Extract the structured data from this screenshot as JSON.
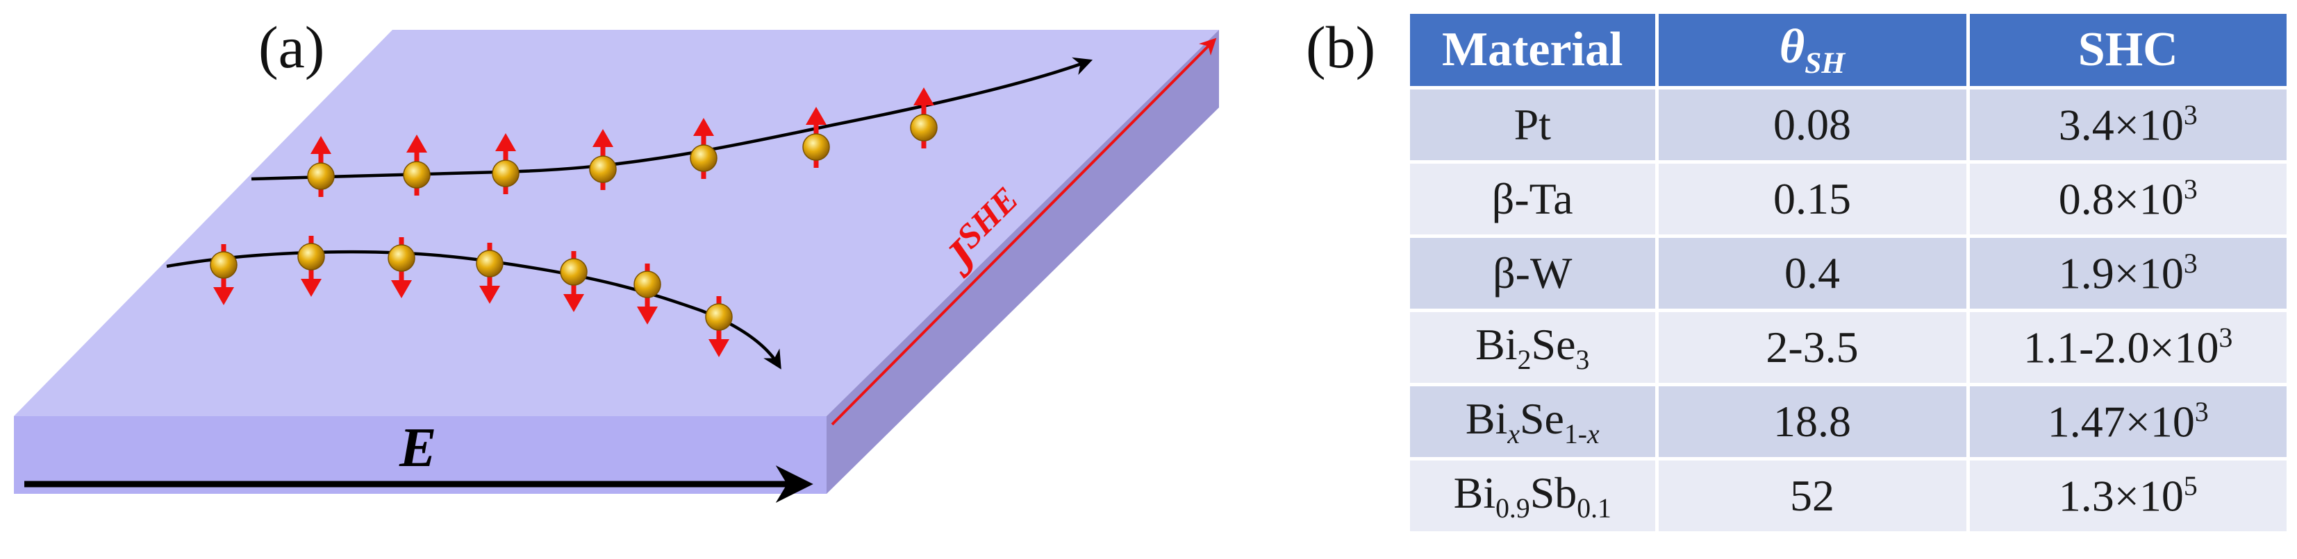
{
  "panel_a": {
    "label": "(a)",
    "efield_label": "E",
    "current_label_main": "J",
    "current_label_sub": "SHE"
  },
  "panel_b": {
    "label": "(b)",
    "headers": {
      "material": "Material",
      "theta_symbol": "θ",
      "theta_subscript": "SH",
      "shc": "SHC"
    },
    "rows": [
      {
        "material": [
          {
            "t": "Pt"
          }
        ],
        "theta": "0.08",
        "shc_base": "3.4×10",
        "shc_exp": "3"
      },
      {
        "material": [
          {
            "t": "β-Ta"
          }
        ],
        "theta": "0.15",
        "shc_base": "0.8×10",
        "shc_exp": "3"
      },
      {
        "material": [
          {
            "t": "β-W"
          }
        ],
        "theta": "0.4",
        "shc_base": "1.9×10",
        "shc_exp": "3"
      },
      {
        "material": [
          {
            "t": "Bi"
          },
          {
            "t": "2",
            "sub": true
          },
          {
            "t": "Se"
          },
          {
            "t": "3",
            "sub": true
          }
        ],
        "theta": "2-3.5",
        "shc_base": "1.1-2.0×10",
        "shc_exp": "3"
      },
      {
        "material": [
          {
            "t": "Bi"
          },
          {
            "t": "x",
            "sub": true,
            "it": true
          },
          {
            "t": "Se"
          },
          {
            "t": "1-",
            "sub": true
          },
          {
            "t": "x",
            "sub": true,
            "it": true
          }
        ],
        "theta": "18.8",
        "shc_base": "1.47×10",
        "shc_exp": "3"
      },
      {
        "material": [
          {
            "t": "Bi"
          },
          {
            "t": "0.9",
            "sub": true
          },
          {
            "t": "Sb"
          },
          {
            "t": "0.1",
            "sub": true
          }
        ],
        "theta": "52",
        "shc_base": "1.3×10",
        "shc_exp": "5"
      }
    ]
  },
  "colors": {
    "slab_top": "#c4c2f6",
    "slab_front": "#b2aef3",
    "slab_side": "#9690d0",
    "spin_arrow": "#ee1111",
    "ball": "#e3a808",
    "table_header": "#4472c4",
    "row_odd": "#cfd5ea",
    "row_even": "#e9ebf5"
  }
}
